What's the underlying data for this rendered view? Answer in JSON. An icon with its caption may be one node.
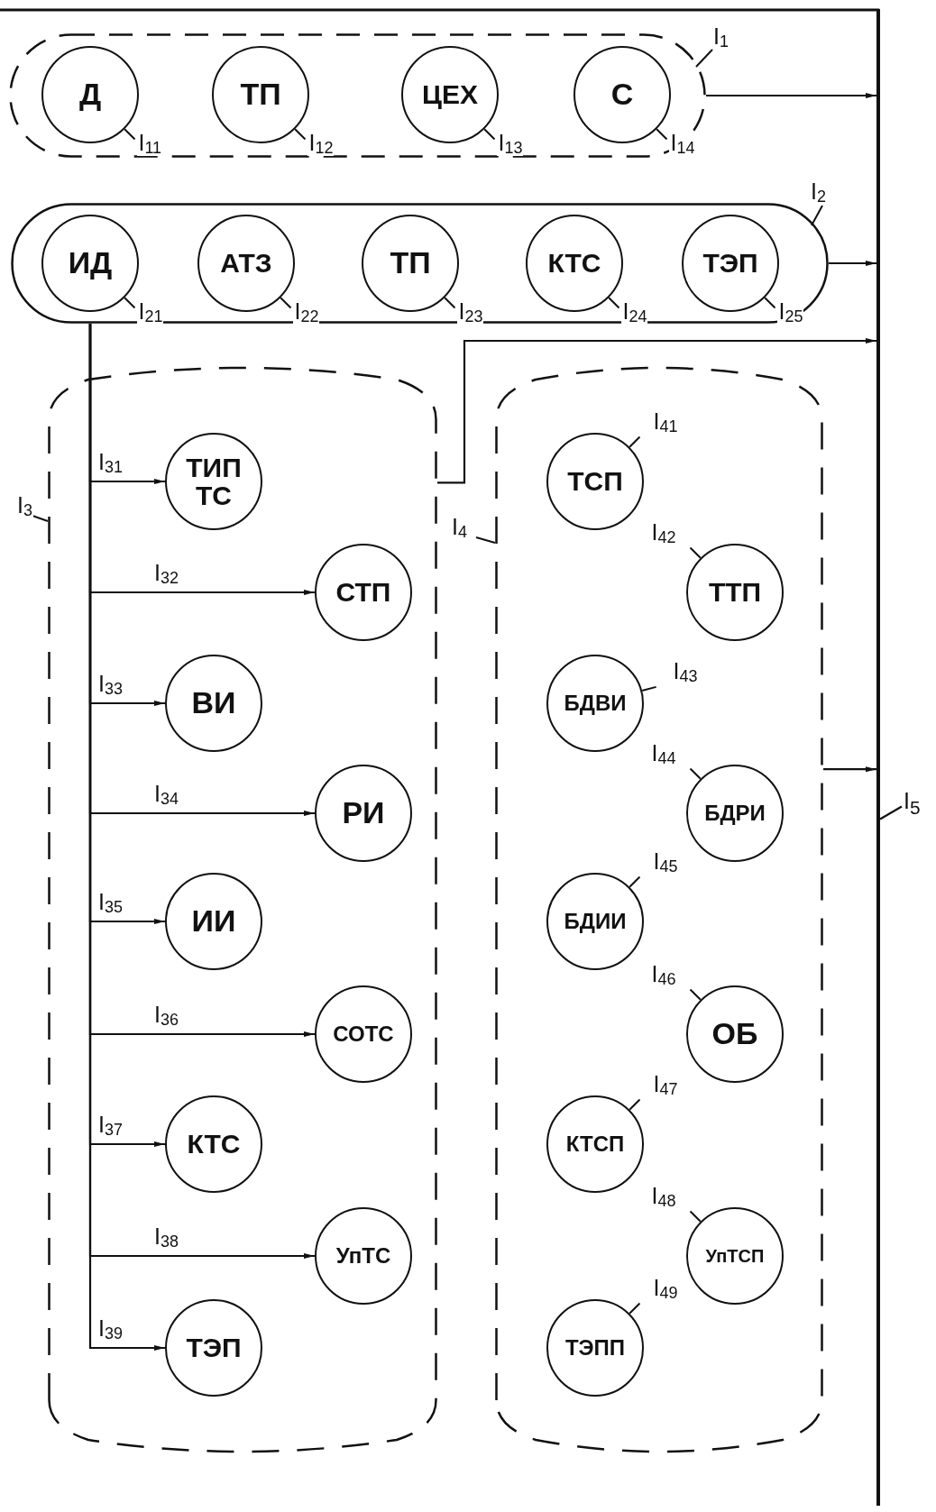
{
  "diagram": {
    "nodes": [
      {
        "text": [],
        "shape": "box",
        "beside": [
          "I$_{1}$"
        ]
      },
      {
        "text": [
          "Д"
        ],
        "in": 0,
        "beside": [
          "I$_{11}$"
        ]
      },
      {
        "text": [
          "ТП"
        ],
        "in": 0,
        "beside": [
          "I$_{12}$"
        ]
      },
      {
        "text": [
          "ЦЕХ"
        ],
        "in": 0,
        "beside": [
          "I$_{13}$"
        ]
      },
      {
        "text": [
          "С"
        ],
        "in": 0,
        "beside": [
          "I$_{14}$"
        ]
      },
      {
        "text": [],
        "shape": "box",
        "beside": [
          "I$_{2}$"
        ]
      },
      {
        "text": [
          "ИД"
        ],
        "in": 5,
        "beside": [
          "I$_{21}$"
        ]
      },
      {
        "text": [
          "АТЗ"
        ],
        "in": 5,
        "beside": [
          "I$_{22}$"
        ]
      },
      {
        "text": [
          "ТП"
        ],
        "in": 5,
        "beside": [
          "I$_{23}$"
        ]
      },
      {
        "text": [
          "КТС"
        ],
        "in": 5,
        "beside": [
          "I$_{24}$"
        ]
      },
      {
        "text": [
          "ТЭП"
        ],
        "in": 5,
        "beside": [
          "I$_{25}$"
        ]
      },
      {
        "text": [],
        "shape": "box",
        "beside": [
          "I$_{3}$"
        ]
      },
      {
        "text": [
          "ТИП ТС"
        ],
        "in": 11
      },
      {
        "text": [
          "СТП"
        ],
        "in": 11
      },
      {
        "text": [
          "ВИ"
        ],
        "in": 11
      },
      {
        "text": [
          "РИ"
        ],
        "in": 11
      },
      {
        "text": [
          "ИИ"
        ],
        "in": 11
      },
      {
        "text": [
          "СОТС"
        ],
        "in": 11
      },
      {
        "text": [
          "КТС"
        ],
        "in": 11
      },
      {
        "text": [
          "УпТС"
        ],
        "in": 11
      },
      {
        "text": [
          "ТЭП"
        ],
        "in": 11
      },
      {
        "text": [],
        "shape": "box",
        "beside": [
          "I$_{4}$"
        ]
      },
      {
        "text": [
          "ТСП"
        ],
        "in": 21,
        "beside": [
          "I$_{41}$"
        ]
      },
      {
        "text": [
          "ТТП"
        ],
        "in": 21,
        "beside": [
          "I$_{42}$"
        ]
      },
      {
        "text": [
          "БДВИ"
        ],
        "in": 21,
        "beside": [
          "I$_{43}$"
        ]
      },
      {
        "text": [
          "БДРИ"
        ],
        "in": 21,
        "beside": [
          "I$_{44}$"
        ]
      },
      {
        "text": [
          "БДИИ"
        ],
        "in": 21,
        "beside": [
          "I$_{45}$"
        ]
      },
      {
        "text": [
          "ОБ"
        ],
        "in": 21,
        "beside": [
          "I$_{46}$"
        ]
      },
      {
        "text": [
          "КТСП"
        ],
        "in": 21,
        "beside": [
          "I$_{47}$"
        ]
      },
      {
        "text": [
          "УпТСП"
        ],
        "in": 21,
        "beside": [
          "I$_{48}$"
        ]
      },
      {
        "text": [
          "ТЭПП"
        ],
        "in": 21,
        "beside": [
          "I$_{49}$"
        ]
      },
      {
        "text": [],
        "shape": "bar"
      },
      {
        "text": [
          "I$_{5}$"
        ]
      }
    ],
    "edges": [
      {
        "from": 0,
        "to": 31,
        "arrow": "to"
      },
      {
        "from": 5,
        "to": 31,
        "arrow": "to"
      },
      {
        "from": 11,
        "to": 31,
        "arrow": "to"
      },
      {
        "from": 21,
        "to": 31,
        "arrow": "to"
      },
      {
        "from": 5,
        "to": 12,
        "arrow": "to",
        "label": "I$_{31}$"
      },
      {
        "from": 5,
        "to": 13,
        "arrow": "to",
        "label": "I$_{32}$"
      },
      {
        "from": 5,
        "to": 14,
        "arrow": "to",
        "label": "I$_{33}$"
      },
      {
        "from": 5,
        "to": 15,
        "arrow": "to",
        "label": "I$_{34}$"
      },
      {
        "from": 5,
        "to": 16,
        "arrow": "to",
        "label": "I$_{35}$"
      },
      {
        "from": 5,
        "to": 17,
        "arrow": "to",
        "label": "I$_{36}$"
      },
      {
        "from": 5,
        "to": 18,
        "arrow": "to",
        "label": "I$_{37}$"
      },
      {
        "from": 5,
        "to": 19,
        "arrow": "to",
        "label": "I$_{38}$"
      },
      {
        "from": 5,
        "to": 20,
        "arrow": "to",
        "label": "I$_{39}$"
      },
      {
        "from": 32,
        "to": 31,
        "arrow": "none"
      }
    ]
  }
}
